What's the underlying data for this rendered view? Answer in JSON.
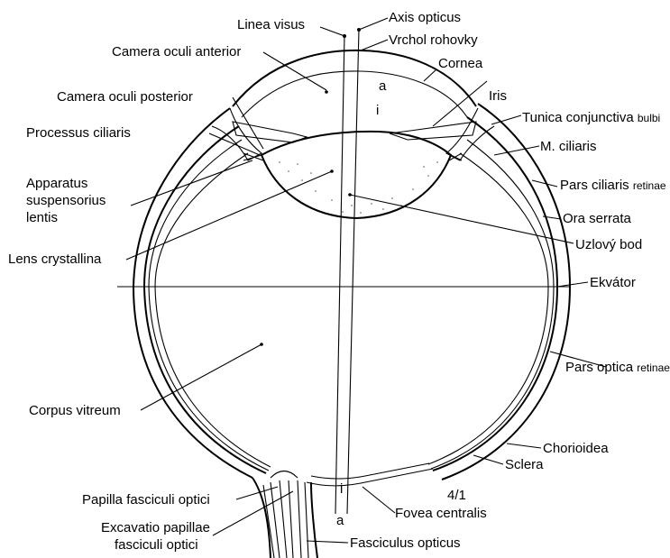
{
  "labels": {
    "linea_visus": "Linea visus",
    "axis_opticus": "Axis opticus",
    "vrchol_rohovky": "Vrchol rohovky",
    "camera_oculi_anterior": "Camera oculi anterior",
    "cornea": "Cornea",
    "a_top": "a",
    "i_top": "i",
    "camera_oculi_posterior": "Camera oculi posterior",
    "iris": "Iris",
    "tunica_conjunctiva": "Tunica conjunctiva",
    "tunica_conjunctiva_sub": "bulbi",
    "processus_ciliaris": "Processus ciliaris",
    "m_ciliaris": "M. ciliaris",
    "apparatus_1": "Apparatus",
    "apparatus_2": "suspensorius",
    "apparatus_3": "lentis",
    "pars_ciliaris": "Pars ciliaris",
    "pars_ciliaris_sub": "retinae",
    "ora_serrata": "Ora serrata",
    "uzlovy_bod": "Uzlový bod",
    "lens_crystallina": "Lens crystallina",
    "ekvator": "Ekvátor",
    "pars_optica": "Pars optica",
    "pars_optica_sub": "retinae",
    "corpus_vitreum": "Corpus vitreum",
    "chorioidea": "Chorioidea",
    "sclera": "Sclera",
    "scale": "4/1",
    "i_bottom": "i",
    "a_bottom": "a",
    "papilla_fasciculi": "Papilla fasciculi optici",
    "fovea_centralis": "Fovea centralis",
    "excavatio_1": "Excavatio papillae",
    "excavatio_2": "fasciculi optici",
    "fasciculus_opticus": "Fasciculus opticus"
  },
  "colors": {
    "line": "#000000",
    "background": "#ffffff",
    "stipple": "#555555"
  }
}
